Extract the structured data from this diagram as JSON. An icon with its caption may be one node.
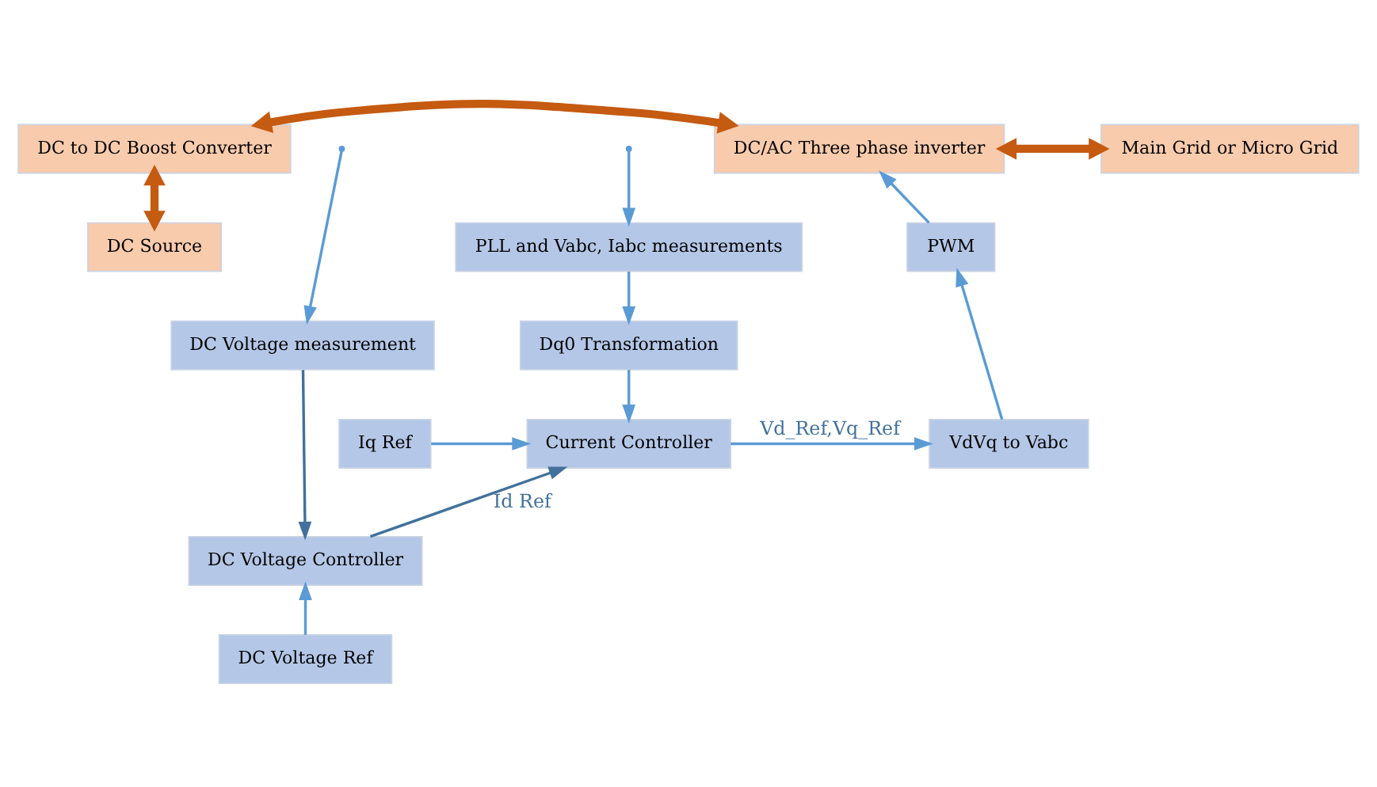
{
  "diagram": {
    "nodes": [
      {
        "text": [
          "DC to DC Boost Converter"
        ]
      },
      {
        "text": [
          "DC/AC Three phase inverter"
        ]
      },
      {
        "text": [
          "Main Grid or Micro Grid"
        ]
      },
      {
        "text": [
          "DC Source"
        ]
      },
      {
        "text": [
          "PLL and Vabc, Iabc measurements"
        ]
      },
      {
        "text": [
          "PWM"
        ]
      },
      {
        "text": [
          "DC Voltage measurement"
        ]
      },
      {
        "text": [
          "Dq0 Transformation"
        ]
      },
      {
        "text": [
          "VdVq to Vabc"
        ]
      },
      {
        "text": [
          "Current Controller"
        ]
      },
      {
        "text": [
          "Iq Ref"
        ]
      },
      {
        "text": [
          "DC Voltage Controller"
        ]
      },
      {
        "text": [
          "DC Voltage Ref"
        ]
      }
    ],
    "edges": [
      {
        "from": 0,
        "to": 1,
        "arrow": "both",
        "style": "thick",
        "color": "#c55a11"
      },
      {
        "from": 3,
        "to": 0,
        "arrow": "both",
        "style": "thick",
        "color": "#c55a11"
      },
      {
        "from": 1,
        "to": 2,
        "arrow": "both",
        "style": "thick",
        "color": "#c55a11"
      },
      {
        "from": null,
        "to": 6,
        "arrow": "to"
      },
      {
        "from": null,
        "to": 4,
        "arrow": "to"
      },
      {
        "from": 5,
        "to": 1,
        "arrow": "to"
      },
      {
        "from": 8,
        "to": 5,
        "arrow": "to"
      },
      {
        "from": 4,
        "to": 7,
        "arrow": "to"
      },
      {
        "from": 7,
        "to": 9,
        "arrow": "to"
      },
      {
        "from": 9,
        "to": 8,
        "arrow": "to",
        "label": "Vd_Ref,Vq_Ref"
      },
      {
        "from": 10,
        "to": 9,
        "arrow": "to"
      },
      {
        "from": 11,
        "to": 9,
        "arrow": "to",
        "label": "Id Ref",
        "color": "#41719c"
      },
      {
        "from": 6,
        "to": 11,
        "arrow": "to",
        "color": "#41719c"
      },
      {
        "from": 12,
        "to": 11,
        "arrow": "to"
      }
    ]
  }
}
